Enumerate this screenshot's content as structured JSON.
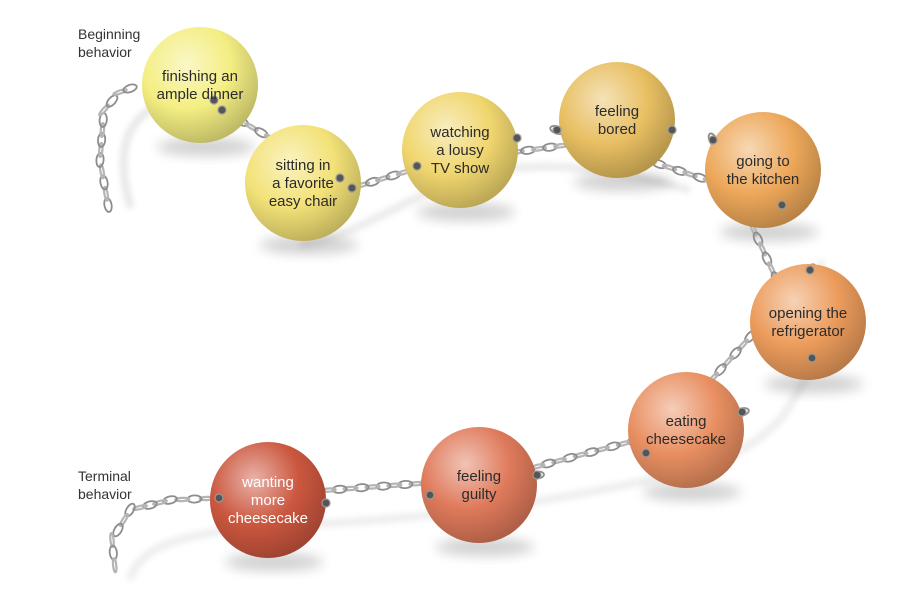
{
  "labels": {
    "start": [
      "Beginning",
      "behavior"
    ],
    "end": [
      "Terminal",
      "behavior"
    ]
  },
  "steps": [
    {
      "lines": [
        "finishing an",
        "ample dinner"
      ],
      "color": "#f4ee82"
    },
    {
      "lines": [
        "sitting in",
        "a favorite",
        "easy chair"
      ],
      "color": "#f3e277"
    },
    {
      "lines": [
        "watching",
        "a lousy",
        "TV show"
      ],
      "color": "#f0d66e"
    },
    {
      "lines": [
        "feeling",
        "bored"
      ],
      "color": "#e8bf62"
    },
    {
      "lines": [
        "going to",
        "the kitchen"
      ],
      "color": "#eda85a"
    },
    {
      "lines": [
        "opening the",
        "refrigerator"
      ],
      "color": "#ec9c5c"
    },
    {
      "lines": [
        "eating",
        "cheesecake"
      ],
      "color": "#e98f62"
    },
    {
      "lines": [
        "feeling",
        "guilty"
      ],
      "color": "#df7a5b"
    },
    {
      "lines": [
        "wanting",
        "more",
        "cheesecake"
      ],
      "color": "#cc573f"
    }
  ]
}
